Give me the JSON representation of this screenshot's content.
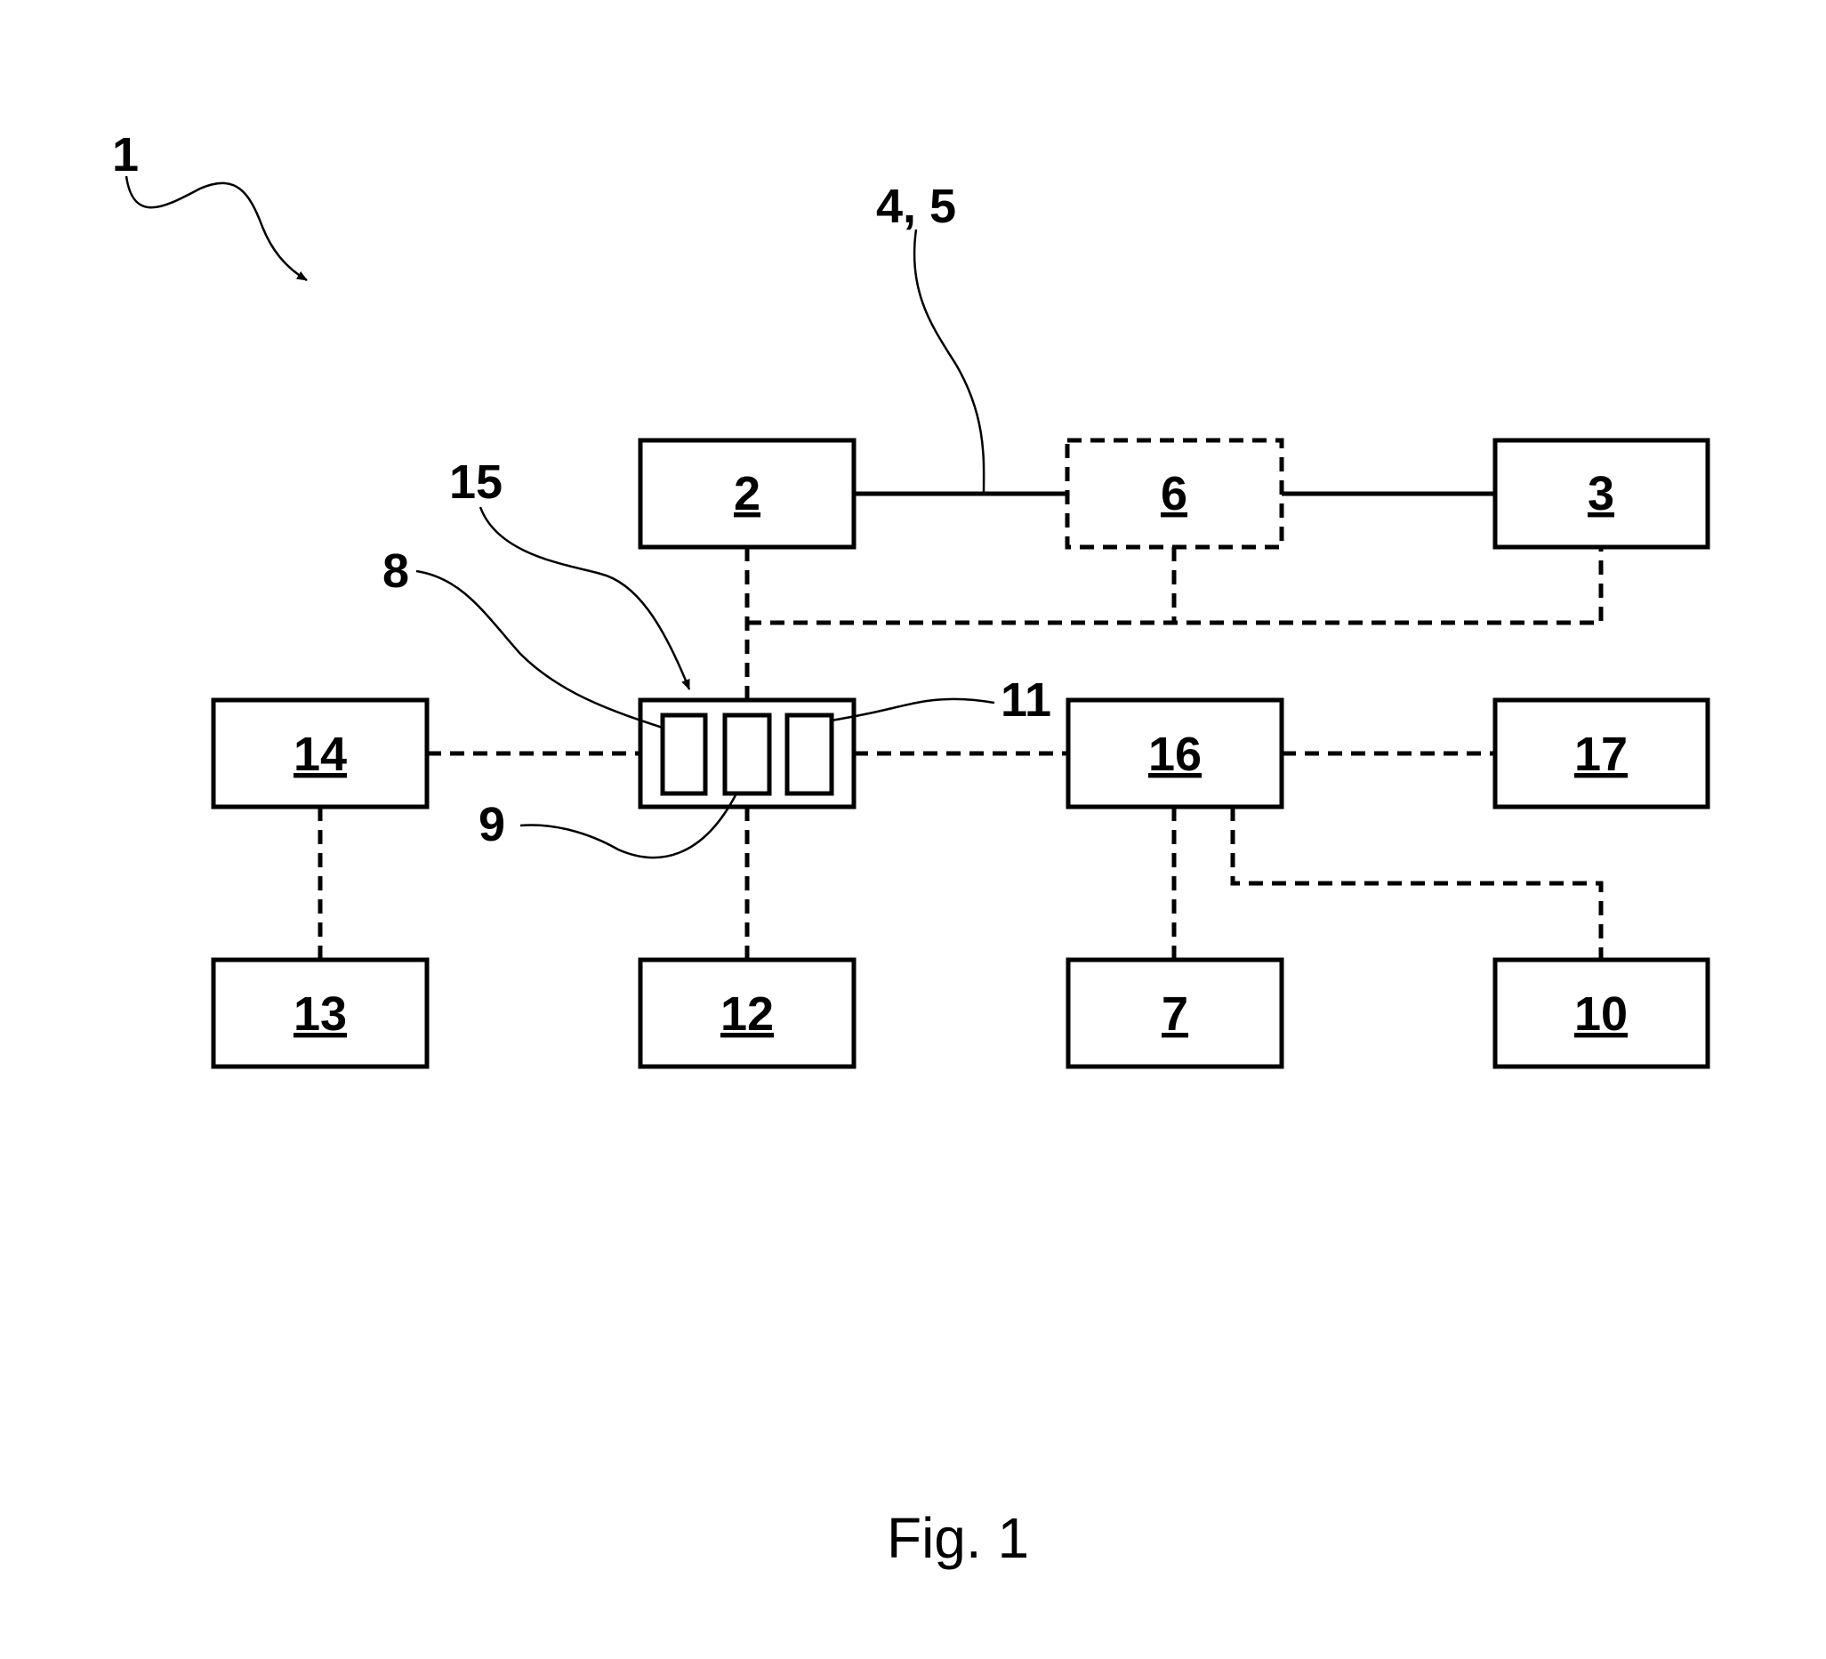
{
  "diagram": {
    "caption": "Fig. 1",
    "system_ref": "1",
    "blocks": {
      "b2": "2",
      "b3": "3",
      "b6": "6",
      "b7": "7",
      "b10": "10",
      "b12": "12",
      "b13": "13",
      "b14": "14",
      "b16": "16",
      "b17": "17"
    },
    "callouts": {
      "c45": "4, 5",
      "c15": "15",
      "c8": "8",
      "c9": "9",
      "c11": "11"
    },
    "notes": {
      "b6_outline": "dashed",
      "line_2_6_3": "solid",
      "other_connections": "dashed"
    }
  }
}
